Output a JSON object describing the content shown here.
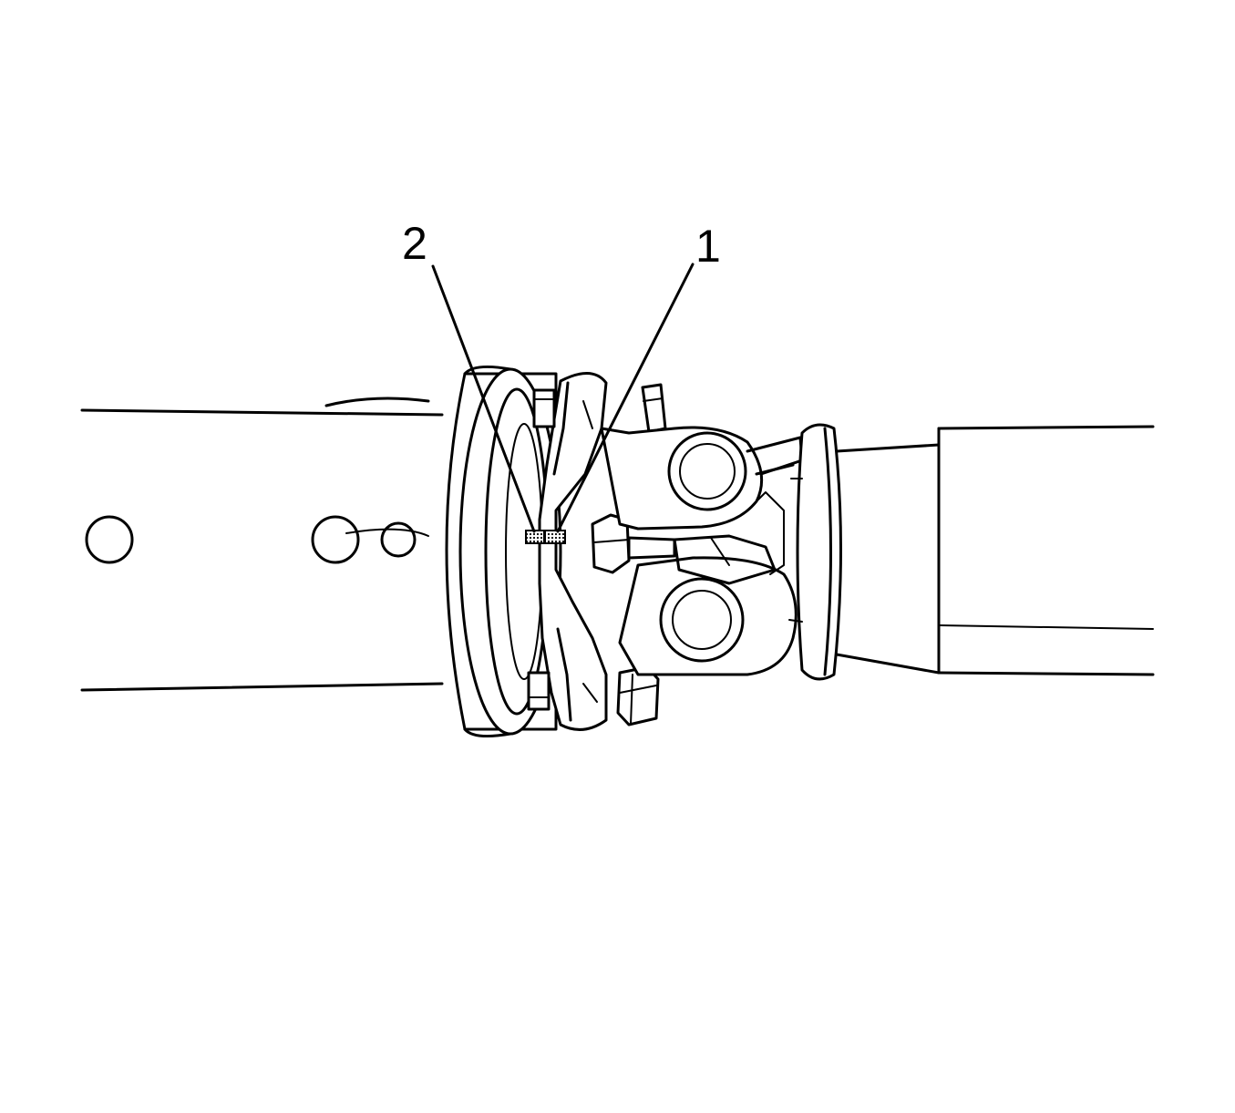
{
  "callouts": [
    {
      "label": "1",
      "target": "balance-weight-mark"
    },
    {
      "label": "2",
      "target": "yoke-alignment-mark"
    }
  ],
  "colors": {
    "line": "#000000",
    "background": "#ffffff",
    "mark_fill": "#999999"
  }
}
